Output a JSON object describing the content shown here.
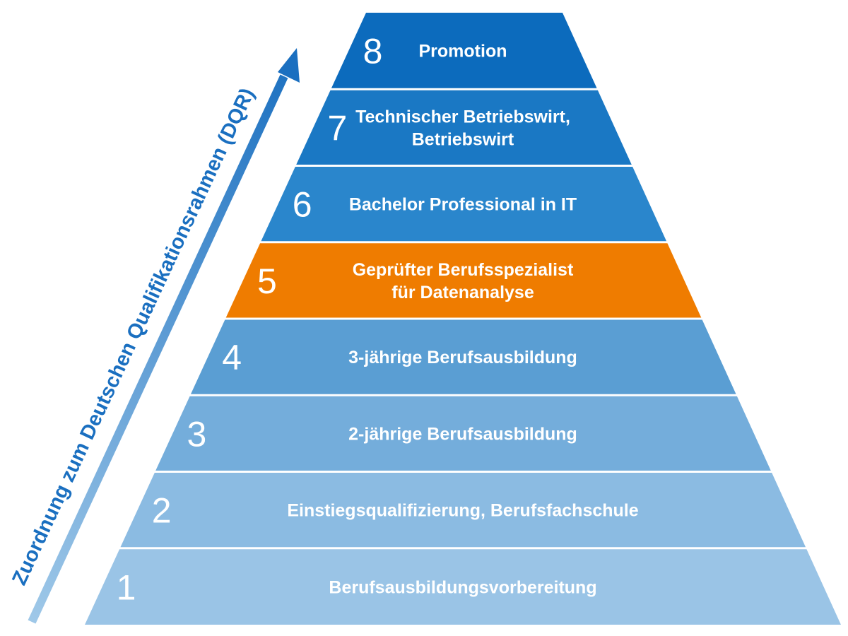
{
  "axis": {
    "label": "Zuordnung zum Deutschen Qualifikationsrahmen (DQR)",
    "color": "#1a6fc0",
    "arrow_gradient_start": "#9fc8e8",
    "arrow_gradient_end": "#1a6fc0"
  },
  "levels": [
    {
      "number": "1",
      "label_lines": [
        "Berufsausbildungsvorbereitung"
      ],
      "color": "#9ac4e6"
    },
    {
      "number": "2",
      "label_lines": [
        "Einstiegsqualifizierung, Berufsfachschule"
      ],
      "color": "#8bbbe2"
    },
    {
      "number": "3",
      "label_lines": [
        "2-jährige Berufsausbildung"
      ],
      "color": "#74addb"
    },
    {
      "number": "4",
      "label_lines": [
        "3-jährige Berufsausbildung"
      ],
      "color": "#5a9ed3"
    },
    {
      "number": "5",
      "label_lines": [
        "Geprüfter Berufsspezialist",
        "für Datenanalyse"
      ],
      "color": "#ef7c00",
      "highlighted": true
    },
    {
      "number": "6",
      "label_lines": [
        "Bachelor Professional in IT"
      ],
      "color": "#2a86cc"
    },
    {
      "number": "7",
      "label_lines": [
        "Technischer Betriebswirt,",
        "Betriebswirt"
      ],
      "color": "#1a78c4"
    },
    {
      "number": "8",
      "label_lines": [
        "Promotion"
      ],
      "color": "#0c6bbd"
    }
  ]
}
